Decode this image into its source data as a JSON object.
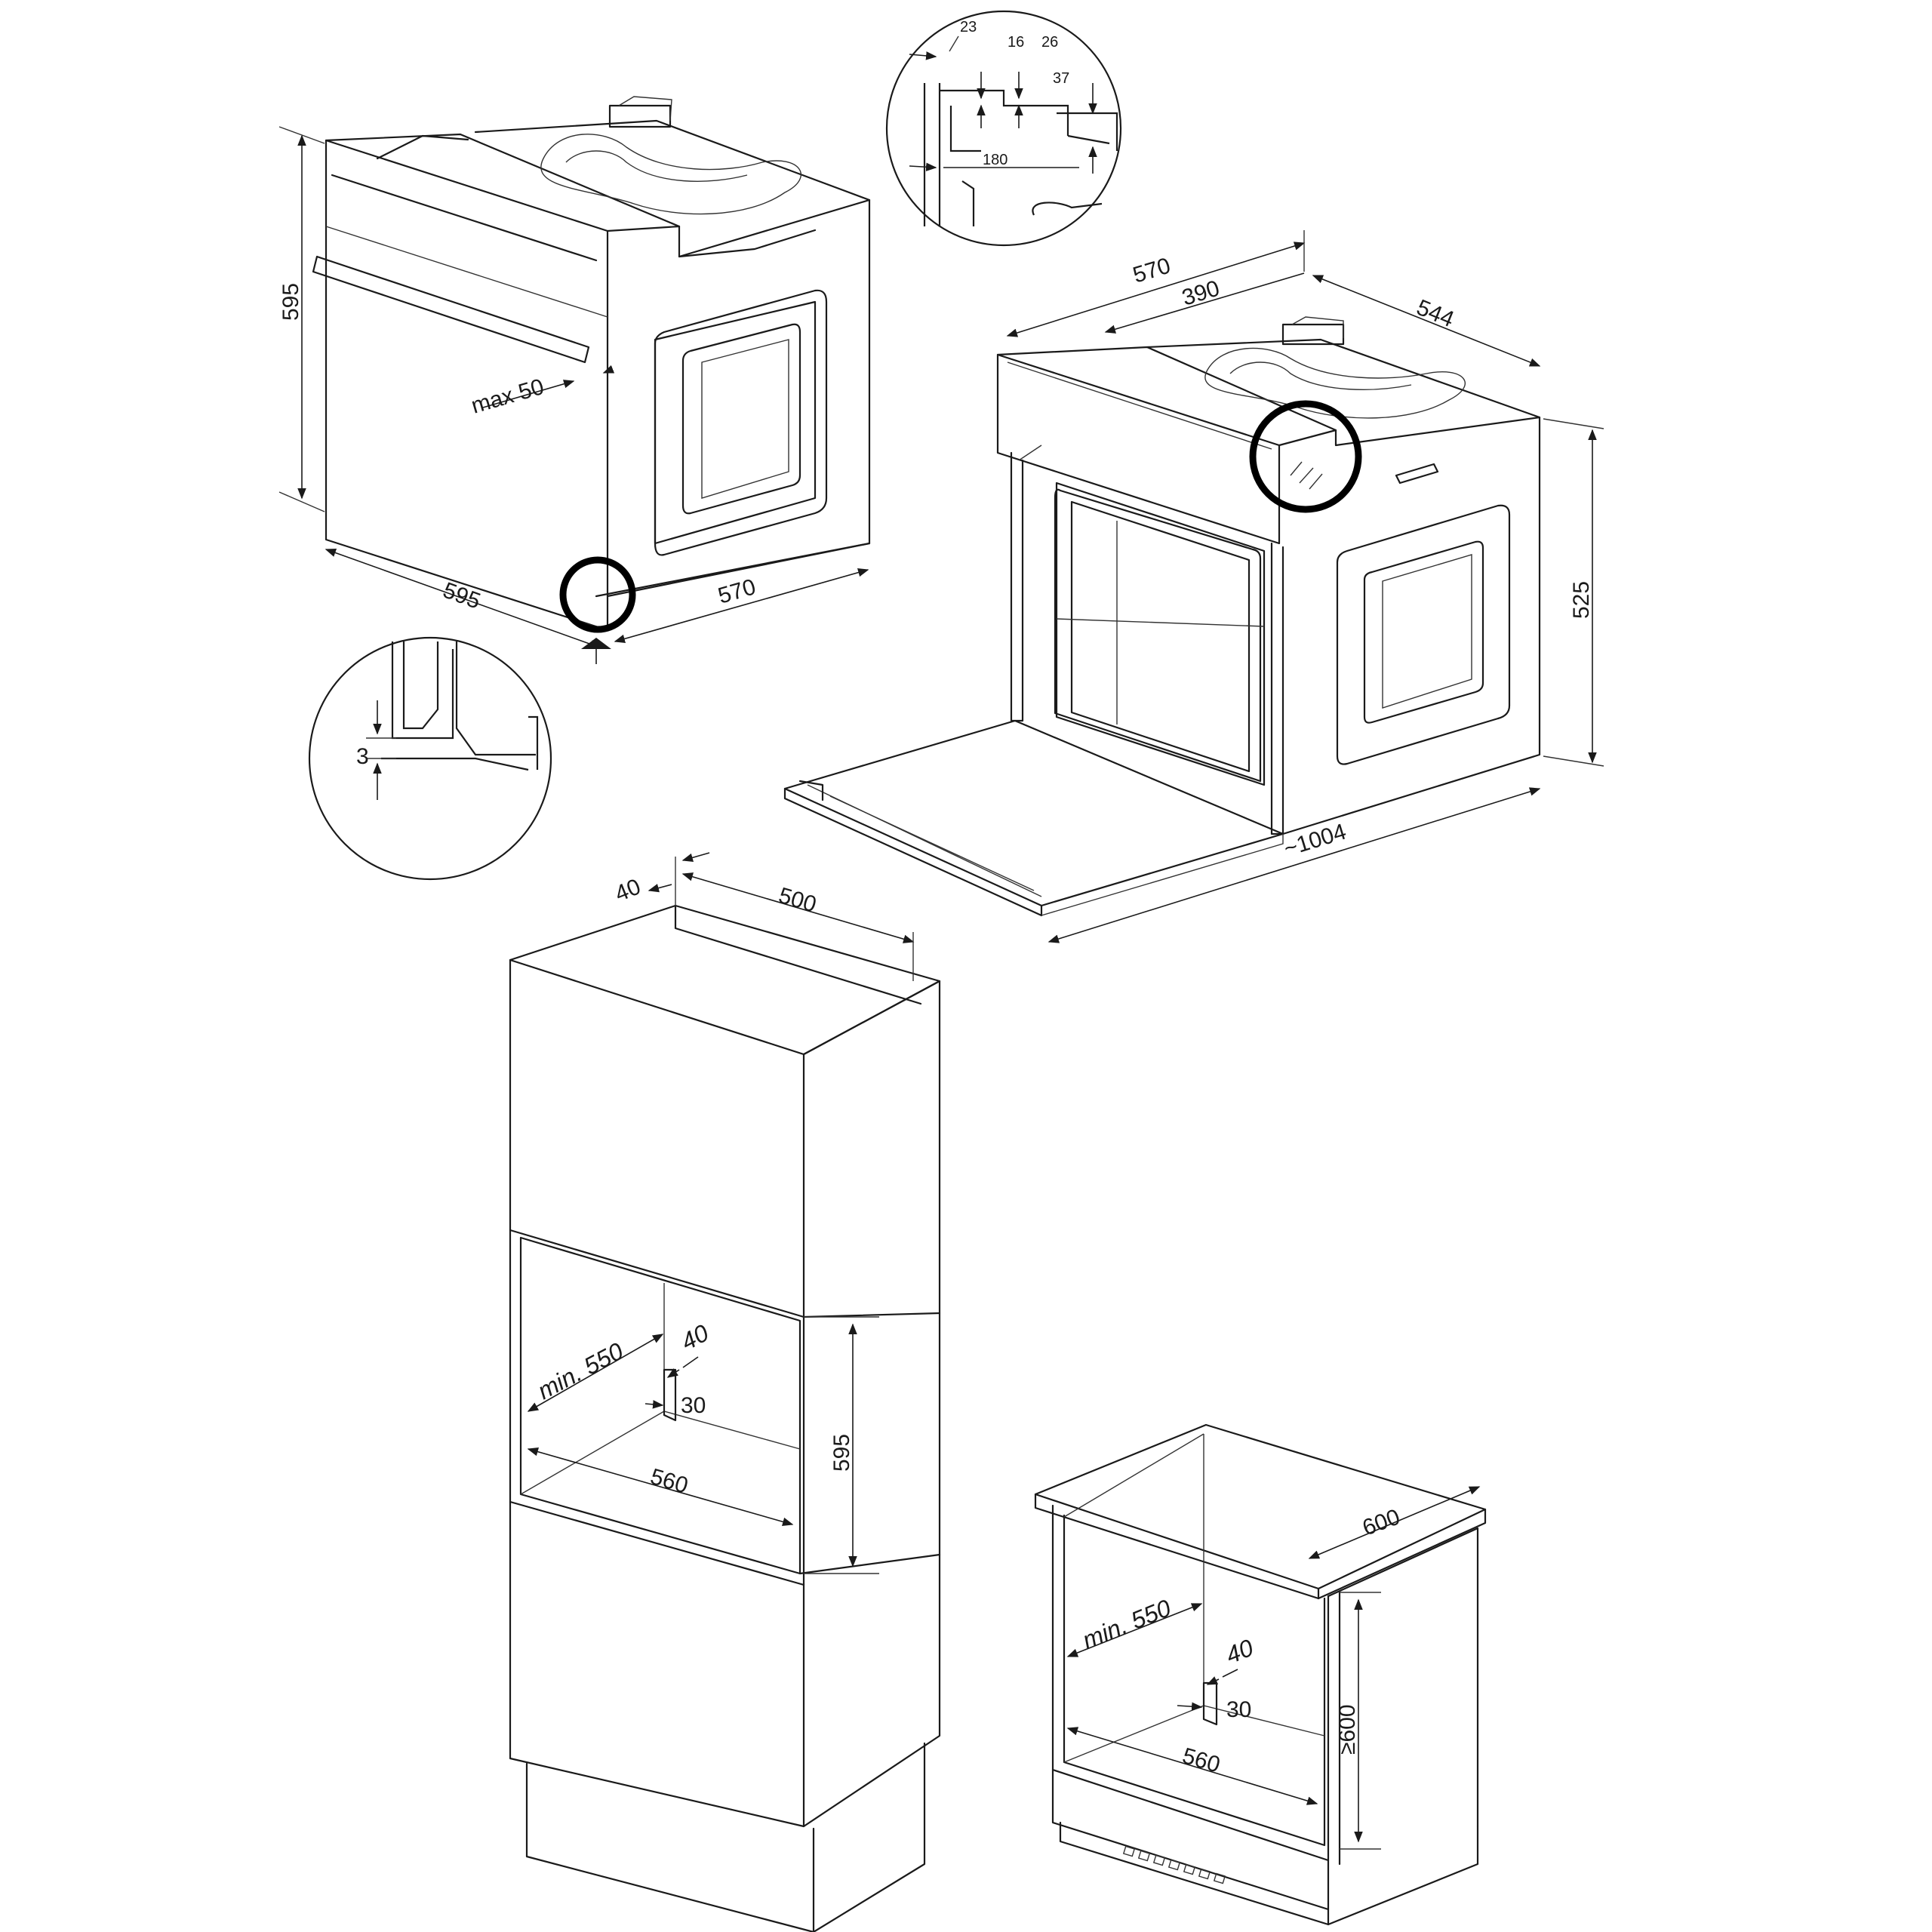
{
  "figures": {
    "oven_side_view": {
      "height": "595",
      "width": "595",
      "depth": "570",
      "protrusion": "max 50"
    },
    "detail_bottom_gap": {
      "gap": "3"
    },
    "detail_top_bracket": {
      "d1": "23",
      "d2": "16",
      "d3": "26",
      "d4": "37",
      "d5": "180"
    },
    "oven_open_view": {
      "width": "570",
      "bracket_offset": "390",
      "depth": "544",
      "body_height": "525",
      "door_open_depth": "~1004"
    },
    "tall_cabinet": {
      "top_offset": "40",
      "top_depth": "500",
      "min_depth": "min. 550",
      "vent_depth": "40",
      "vent_height": "30",
      "niche_width": "560",
      "niche_height": "595"
    },
    "under_counter": {
      "counter_width": "600",
      "min_depth": "min. 550",
      "vent_depth": "40",
      "vent_height": "30",
      "niche_width": "560",
      "niche_height": "≥600"
    }
  }
}
